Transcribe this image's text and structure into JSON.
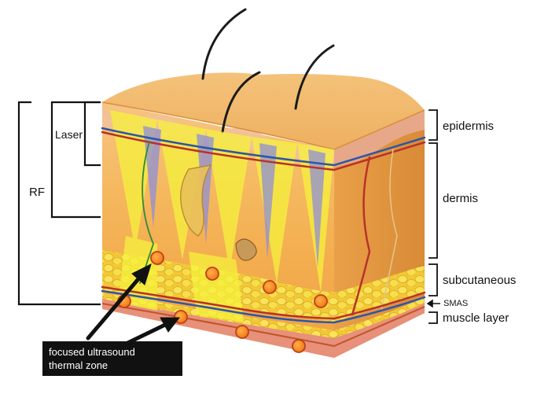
{
  "labels": {
    "rf": "RF",
    "laser": "Laser",
    "epidermis": "epidermis",
    "dermis": "dermis",
    "subcutaneous": "subcutaneous",
    "smas": "SMAS",
    "muscle_layer": "muscle layer"
  },
  "callout": {
    "line1": "focused ultrasound",
    "line2": "thermal zone"
  },
  "colors": {
    "skin_top": "#f0b35a",
    "epidermis": "#f3c39a",
    "dermis": "#f5b25a",
    "fat": "#f7dc3c",
    "muscle": "#e58a6c",
    "laser_beam": "#f6f23c",
    "rf_beam": "#8f8fd6",
    "thermal_dot": "#f58a22",
    "vessel_red": "#b8322a",
    "vessel_blue": "#2d56a8"
  }
}
